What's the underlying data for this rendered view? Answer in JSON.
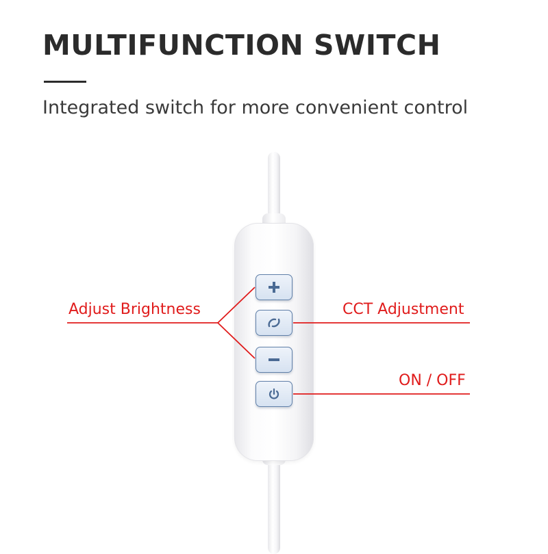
{
  "header": {
    "title": "MULTIFUNCTION SWITCH",
    "subtitle": "Integrated switch for more convenient control"
  },
  "callouts": {
    "brightness": "Adjust Brightness",
    "cct": "CCT Adjustment",
    "power": "ON / OFF"
  },
  "buttons": [
    {
      "name": "plus-button",
      "icon": "plus-icon"
    },
    {
      "name": "cct-button",
      "icon": "cct-swirl-icon"
    },
    {
      "name": "minus-button",
      "icon": "minus-icon"
    },
    {
      "name": "power-button",
      "icon": "power-icon"
    }
  ],
  "colors": {
    "callout_red": "#e01b1b",
    "button_blue": "#5f7fa8",
    "title_dark": "#2b2b2b"
  }
}
